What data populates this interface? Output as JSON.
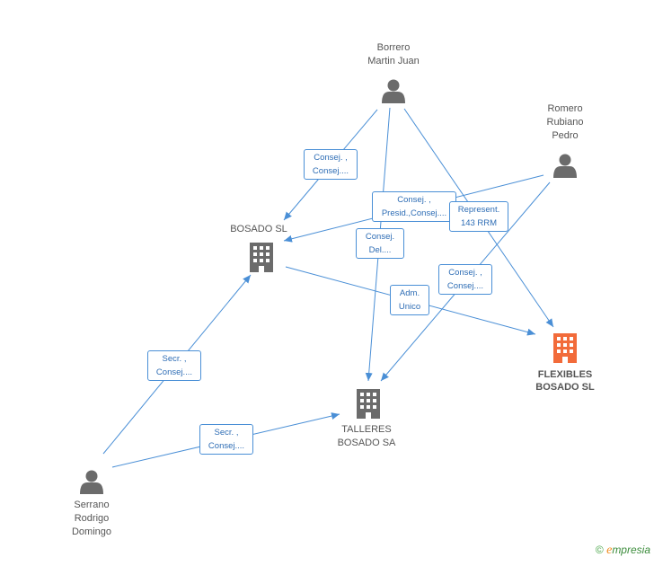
{
  "colors": {
    "edge": "#4a8fd6",
    "person": "#6b6b6b",
    "company": "#6b6b6b",
    "company_main": "#f26b3a"
  },
  "nodes": {
    "borrero": {
      "label": "Borrero\nMartin Juan",
      "kind": "person-icon"
    },
    "romero": {
      "label": "Romero\nRubiano\nPedro",
      "kind": "person-icon"
    },
    "serrano": {
      "label": "Serrano\nRodrigo\nDomingo",
      "kind": "person-icon"
    },
    "bosado_sl": {
      "label": "BOSADO SL",
      "kind": "building-icon"
    },
    "talleres": {
      "label": "TALLERES\nBOSADO SA",
      "kind": "building-icon"
    },
    "flexibles": {
      "label": "FLEXIBLES\nBOSADO SL",
      "kind": "building-icon"
    }
  },
  "edge_labels": {
    "borrero_bosado": "Consej. ,\nConsej....",
    "romero_bosado": "Consej. ,\nPresid.,Consej....",
    "borrero_flexibles": "Represent.\n143 RRM",
    "borrero_talleres": "Consej.\nDel....",
    "romero_talleres": "Consej. ,\nConsej....",
    "bosado_flexibles": "Adm.\nUnico",
    "serrano_bosado": "Secr. ,\nConsej....",
    "serrano_talleres": "Secr. ,\nConsej...."
  },
  "footer": {
    "copyright": "©",
    "brand_e": "e",
    "brand_rest": "mpresia"
  }
}
